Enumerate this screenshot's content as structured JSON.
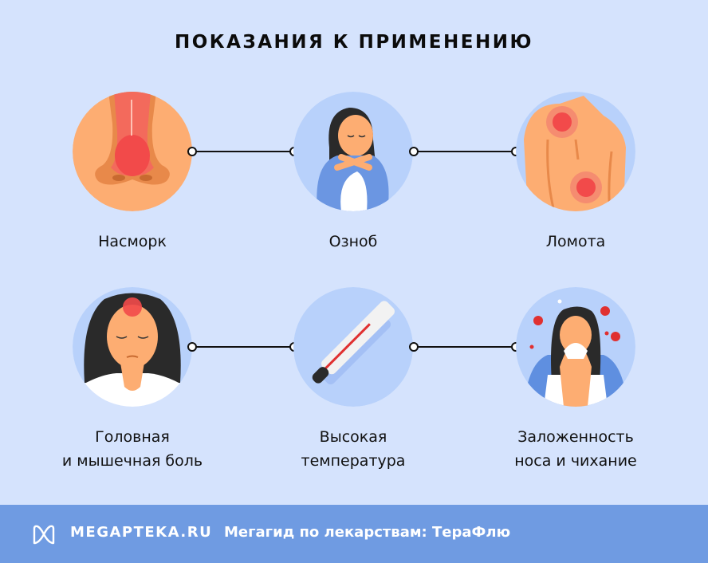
{
  "title": "ПОКАЗАНИЯ К ПРИМЕНЕНИЮ",
  "colors": {
    "background": "#d5e3fd",
    "circle_blue": "#b8d1fb",
    "circle_peach": "#fdad72",
    "footer": "#6f9be2",
    "accent_red": "#f04545"
  },
  "indications": [
    {
      "icon": "runny-nose-icon",
      "label_lines": [
        "Насморк"
      ]
    },
    {
      "icon": "chills-icon",
      "label_lines": [
        "Озноб"
      ]
    },
    {
      "icon": "body-ache-icon",
      "label_lines": [
        "Ломота"
      ]
    },
    {
      "icon": "headache-icon",
      "label_lines": [
        "Головная",
        "и мышечная боль"
      ]
    },
    {
      "icon": "thermometer-icon",
      "label_lines": [
        "Высокая",
        "температура"
      ]
    },
    {
      "icon": "sneezing-icon",
      "label_lines": [
        "Заложенность",
        "носа и чихание"
      ]
    }
  ],
  "footer": {
    "logo_icon": "megapteka-logo-icon",
    "brand": "MEGAPTEKA.RU",
    "tagline": "Мегагид по лекарствам: ТераФлю"
  }
}
